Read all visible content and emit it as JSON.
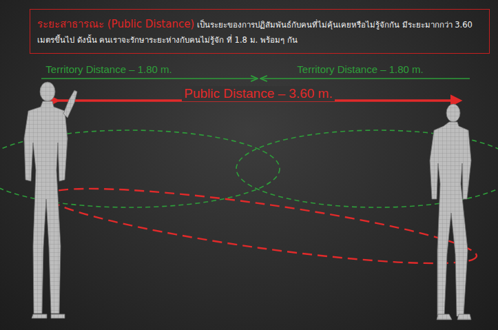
{
  "diagram": {
    "nodes": [
      {
        "text": [
          "ระยะสาธารณะ (Public Distance)",
          "เป็นระยะของการปฏิสัมพันธ์กับคนที่ไม่คุ้นเคยหรือไม่รู้จักกัน มีระยะมากกว่า 3.60 เมตรขึ้นไป ดังนั้น คนเราจะรักษาระยะห่างกับคนไม่รู้จัก ที่ 1.8 ม. พร้อมๆ กัน"
        ]
      }
    ],
    "labels": [
      "Territory Distance – 1.80 m.",
      "Territory Distance – 1.80 m.",
      "Public Distance – 3.60 m."
    ]
  }
}
